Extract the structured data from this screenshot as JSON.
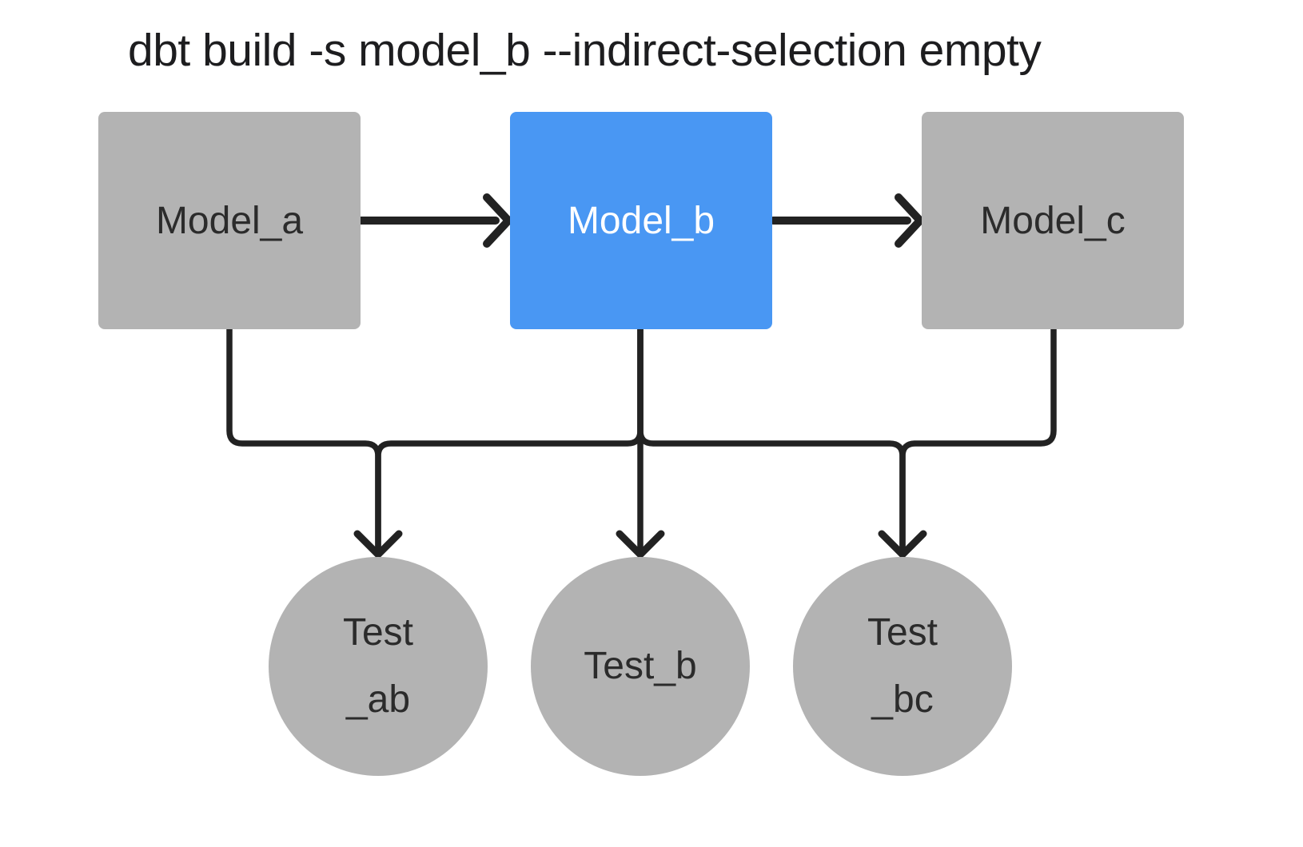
{
  "title": "dbt build -s model_b --indirect-selection empty",
  "colors": {
    "selected_node": "#4997f3",
    "unselected_node": "#b3b3b3",
    "edge": "#222222",
    "title_text": "#1d1d1f",
    "node_text_dark": "#2b2b2b",
    "node_text_light": "#ffffff",
    "background": "#ffffff"
  },
  "nodes": {
    "models": [
      {
        "label": "Model_a",
        "highlighted": false
      },
      {
        "label": "Model_b",
        "highlighted": true
      },
      {
        "label": "Model_c",
        "highlighted": false
      }
    ],
    "tests": [
      {
        "lines": [
          "Test",
          "_ab"
        ]
      },
      {
        "lines": [
          "Test_b"
        ]
      },
      {
        "lines": [
          "Test",
          "_bc"
        ]
      }
    ]
  },
  "edges": [
    {
      "from": "Model_a",
      "to": "Model_b"
    },
    {
      "from": "Model_b",
      "to": "Model_c"
    },
    {
      "from": "Model_a",
      "to": "Test_ab"
    },
    {
      "from": "Model_b",
      "to": "Test_ab"
    },
    {
      "from": "Model_b",
      "to": "Test_b"
    },
    {
      "from": "Model_b",
      "to": "Test_bc"
    },
    {
      "from": "Model_c",
      "to": "Test_bc"
    }
  ]
}
